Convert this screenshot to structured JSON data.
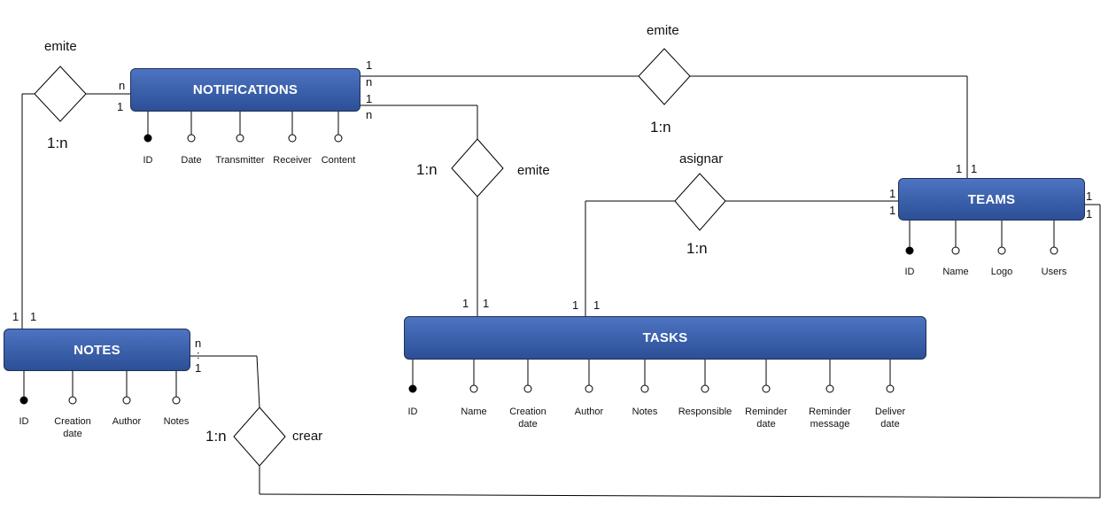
{
  "entities": {
    "notifications": "NOTIFICATIONS",
    "teams": "TEAMS",
    "notes": "NOTES",
    "tasks": "TASKS"
  },
  "attributes": {
    "notifications": [
      "ID",
      "Date",
      "Transmitter",
      "Receiver",
      "Content"
    ],
    "teams": [
      "ID",
      "Name",
      "Logo",
      "Users"
    ],
    "notes": [
      "ID",
      "Creation\ndate",
      "Author",
      "Notes"
    ],
    "tasks": [
      "ID",
      "Name",
      "Creation\ndate",
      "Author",
      "Notes",
      "Responsible",
      "Reminder\ndate",
      "Reminder\nmessage",
      "Deliver\ndate"
    ]
  },
  "relationships": {
    "notes_notifications": {
      "name": "emite",
      "ratio": "1:n"
    },
    "notifications_teams": {
      "name": "emite",
      "ratio": "1:n"
    },
    "notifications_tasks": {
      "name": "emite",
      "ratio": "1:n"
    },
    "teams_tasks": {
      "name": "asignar",
      "ratio": "1:n"
    },
    "notes_tasks": {
      "name": "crear",
      "ratio": "1:n"
    }
  },
  "cardinalities": {
    "notif_left_n": "n",
    "notif_left_1": "1",
    "notif_right_1a": "1",
    "notif_right_na": "n",
    "notif_right_1b": "1",
    "notif_right_nb": "n",
    "teams_top_1a": "1",
    "teams_top_1b": "1",
    "teams_left_1a": "1",
    "teams_left_1b": "1",
    "teams_right_1a": "1",
    "teams_right_1b": "1",
    "tasks_top_1a": "1",
    "tasks_top_1b": "1",
    "tasks_top_1c": "1",
    "tasks_top_1d": "1",
    "notes_top_1a": "1",
    "notes_top_1b": "1",
    "notes_right_n": "n",
    "notes_right_dots": ":",
    "notes_right_1": "1"
  }
}
